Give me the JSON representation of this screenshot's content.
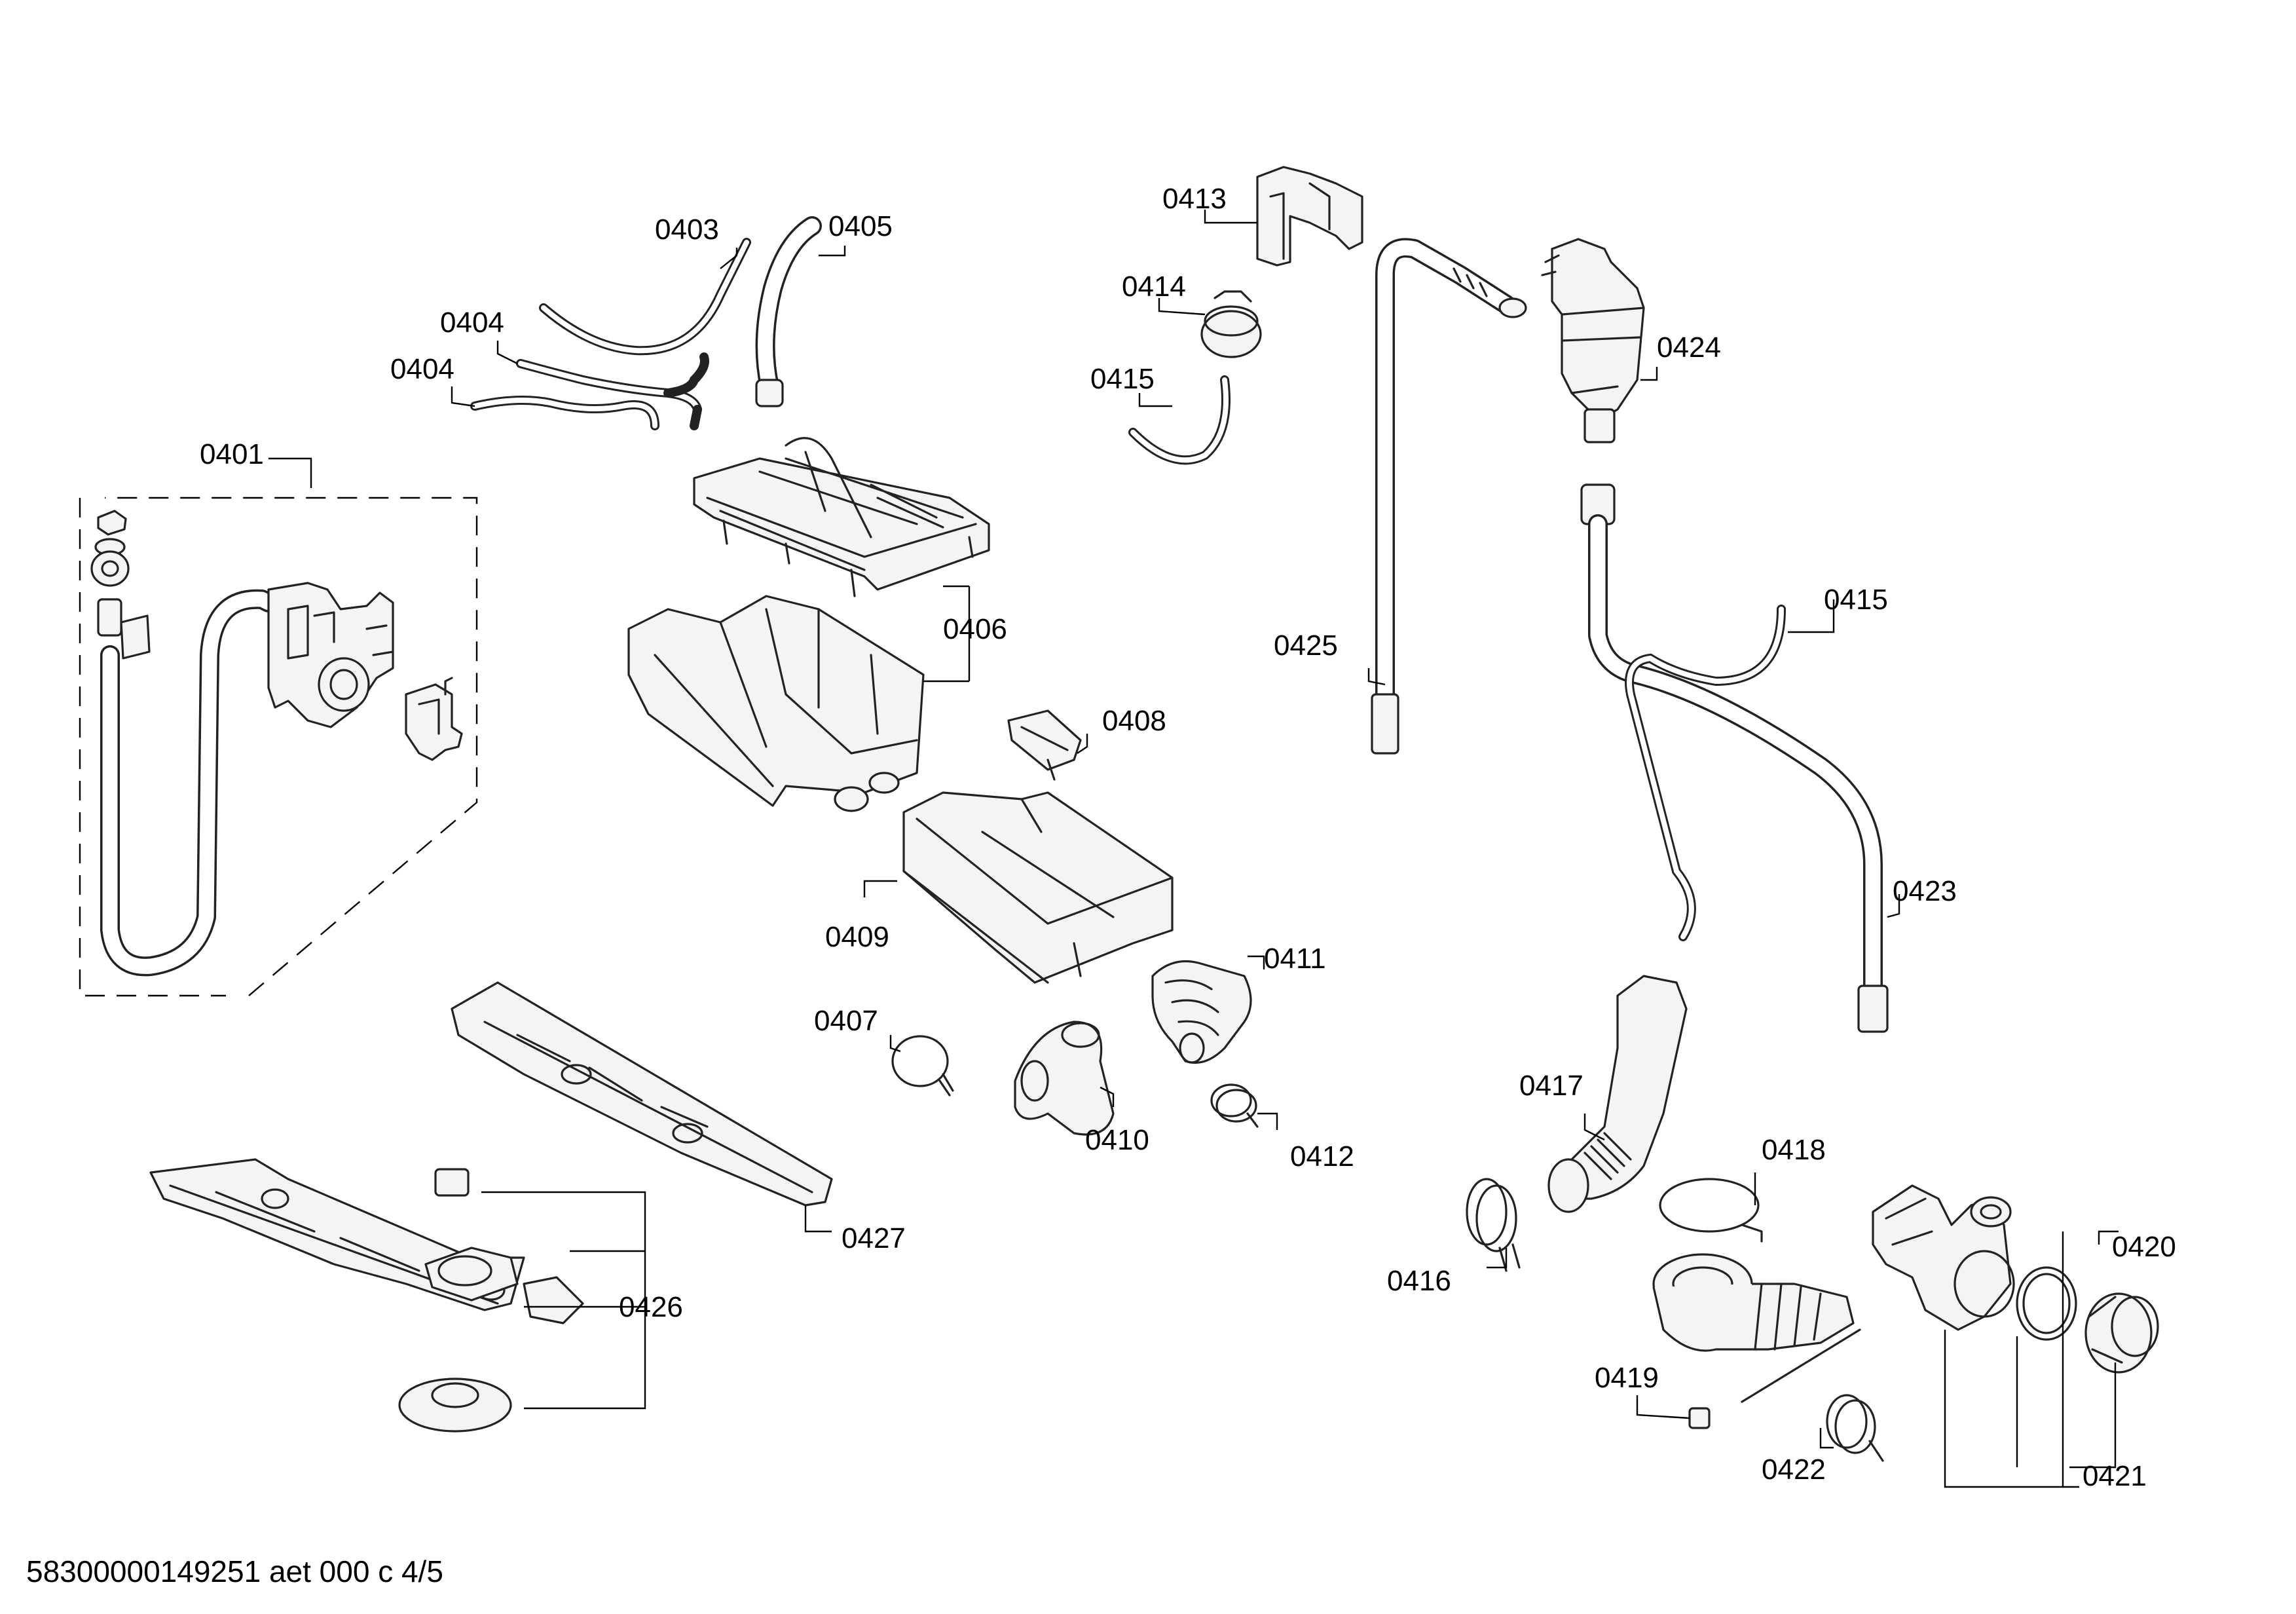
{
  "labels": {
    "l0401": "0401",
    "l0403": "0403",
    "l0404a": "0404",
    "l0404b": "0404",
    "l0405": "0405",
    "l0406": "0406",
    "l0407": "0407",
    "l0408": "0408",
    "l0409": "0409",
    "l0410": "0410",
    "l0411": "0411",
    "l0412": "0412",
    "l0413": "0413",
    "l0414": "0414",
    "l0415a": "0415",
    "l0415b": "0415",
    "l0416": "0416",
    "l0417": "0417",
    "l0418": "0418",
    "l0419": "0419",
    "l0420": "0420",
    "l0421": "0421",
    "l0422": "0422",
    "l0423": "0423",
    "l0424": "0424",
    "l0425": "0425",
    "l0426": "0426",
    "l0427": "0427"
  },
  "footer": "58300000149251 aet 000 c 4/5"
}
